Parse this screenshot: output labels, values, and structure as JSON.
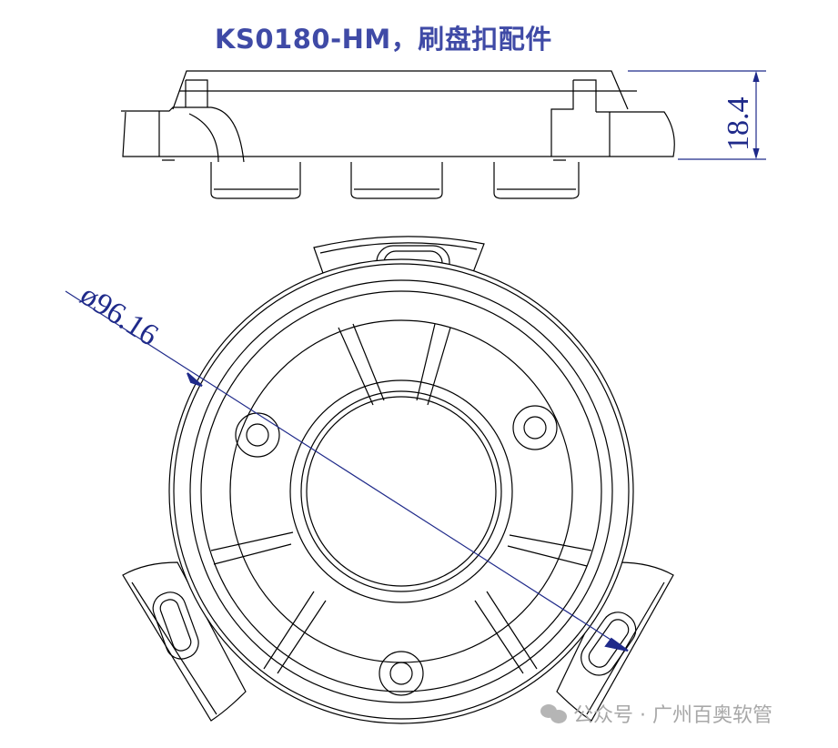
{
  "title": "KS0180-HM，刷盘扣配件",
  "dimensions": {
    "height_label": "18.4",
    "diameter_label": "ø96.16"
  },
  "watermark": {
    "icon": "wechat-icon",
    "text": "公众号 · 广州百奥软管"
  },
  "colors": {
    "title": "#3f4aa6",
    "dimension": "#1f2a8a",
    "line": "#000000"
  }
}
